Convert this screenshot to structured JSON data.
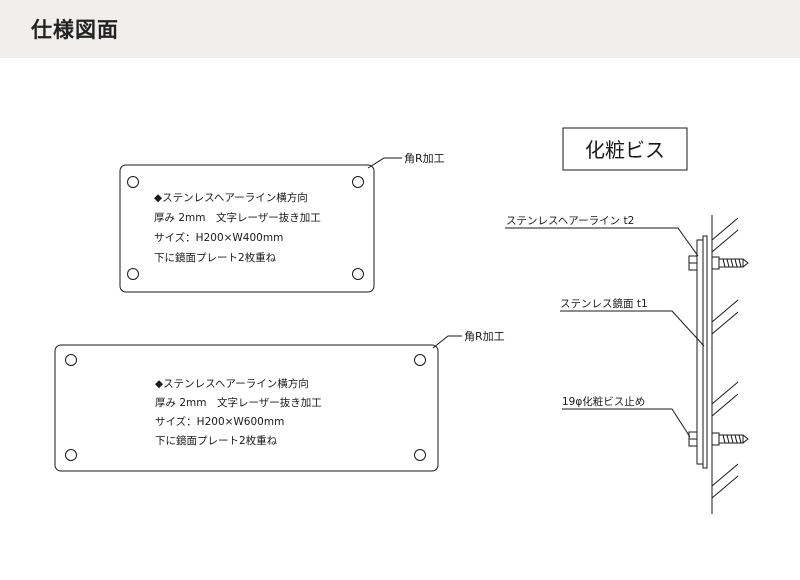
{
  "header": {
    "title": "仕様図面"
  },
  "plate_small": {
    "corner_label": "角R加工",
    "spec_lines": [
      "◆ステンレスヘアーライン横方向",
      "厚み 2mm　文字レーザー抜き加工",
      "サイズ：H200×W400mm",
      "下に鏡面プレート2枚重ね"
    ]
  },
  "plate_large": {
    "corner_label": "角R加工",
    "spec_lines": [
      "◆ステンレスヘアーライン横方向",
      "厚み 2mm　文字レーザー抜き加工",
      "サイズ：H200×W600mm",
      "下に鏡面プレート2枚重ね"
    ]
  },
  "section": {
    "title": "化粧ビス",
    "labels": {
      "hairline": "ステンレスヘアーライン t2",
      "mirror": "ステンレス鏡面 t1",
      "screw": "19φ化粧ビス止め"
    }
  }
}
